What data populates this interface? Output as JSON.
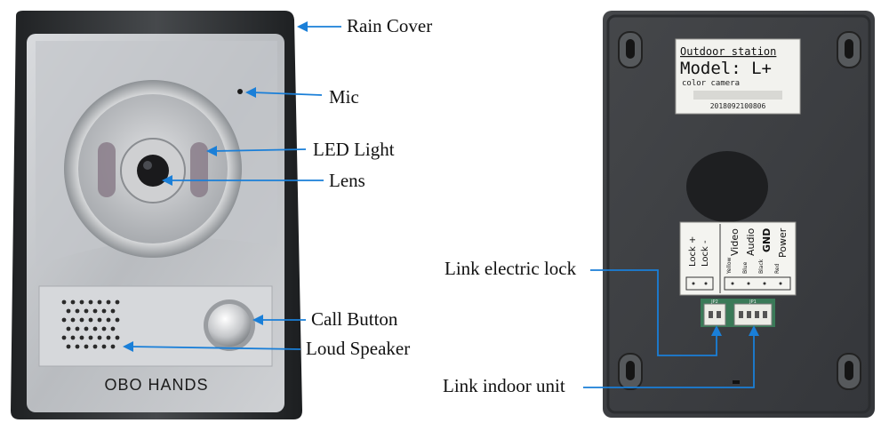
{
  "colors": {
    "arrow": "#1a7fd8",
    "housing_silver": "#c8cacd",
    "rain_cover_dark": "#2e3033",
    "back_panel": "#3b3d40",
    "label_plate": "#f2f2ee"
  },
  "front_panel": {
    "brand_text": "OBO HANDS",
    "callouts": [
      {
        "id": "rain-cover",
        "text": "Rain Cover"
      },
      {
        "id": "mic",
        "text": "Mic"
      },
      {
        "id": "led-light",
        "text": "LED Light"
      },
      {
        "id": "lens",
        "text": "Lens"
      },
      {
        "id": "call-button",
        "text": "Call Button"
      },
      {
        "id": "loud-speaker",
        "text": "Loud Speaker"
      }
    ]
  },
  "back_panel": {
    "sticker": {
      "line1": "Outdoor station",
      "line2": "Model: L+",
      "line3": "color camera",
      "serial": "2018092100806"
    },
    "terminal": {
      "lock_plus": "Lock +",
      "lock_minus": "Lock -",
      "video": "Video",
      "audio": "Audio",
      "gnd": "GND",
      "power": "Power",
      "yellow": "Yellow",
      "blue": "Blue",
      "black": "Black",
      "red": "Red"
    },
    "connector_marks": [
      "JP2",
      "JP1"
    ],
    "callouts": [
      {
        "id": "link-electric-lock",
        "text": "Link electric lock"
      },
      {
        "id": "link-indoor-unit",
        "text": "Link indoor unit"
      }
    ]
  }
}
